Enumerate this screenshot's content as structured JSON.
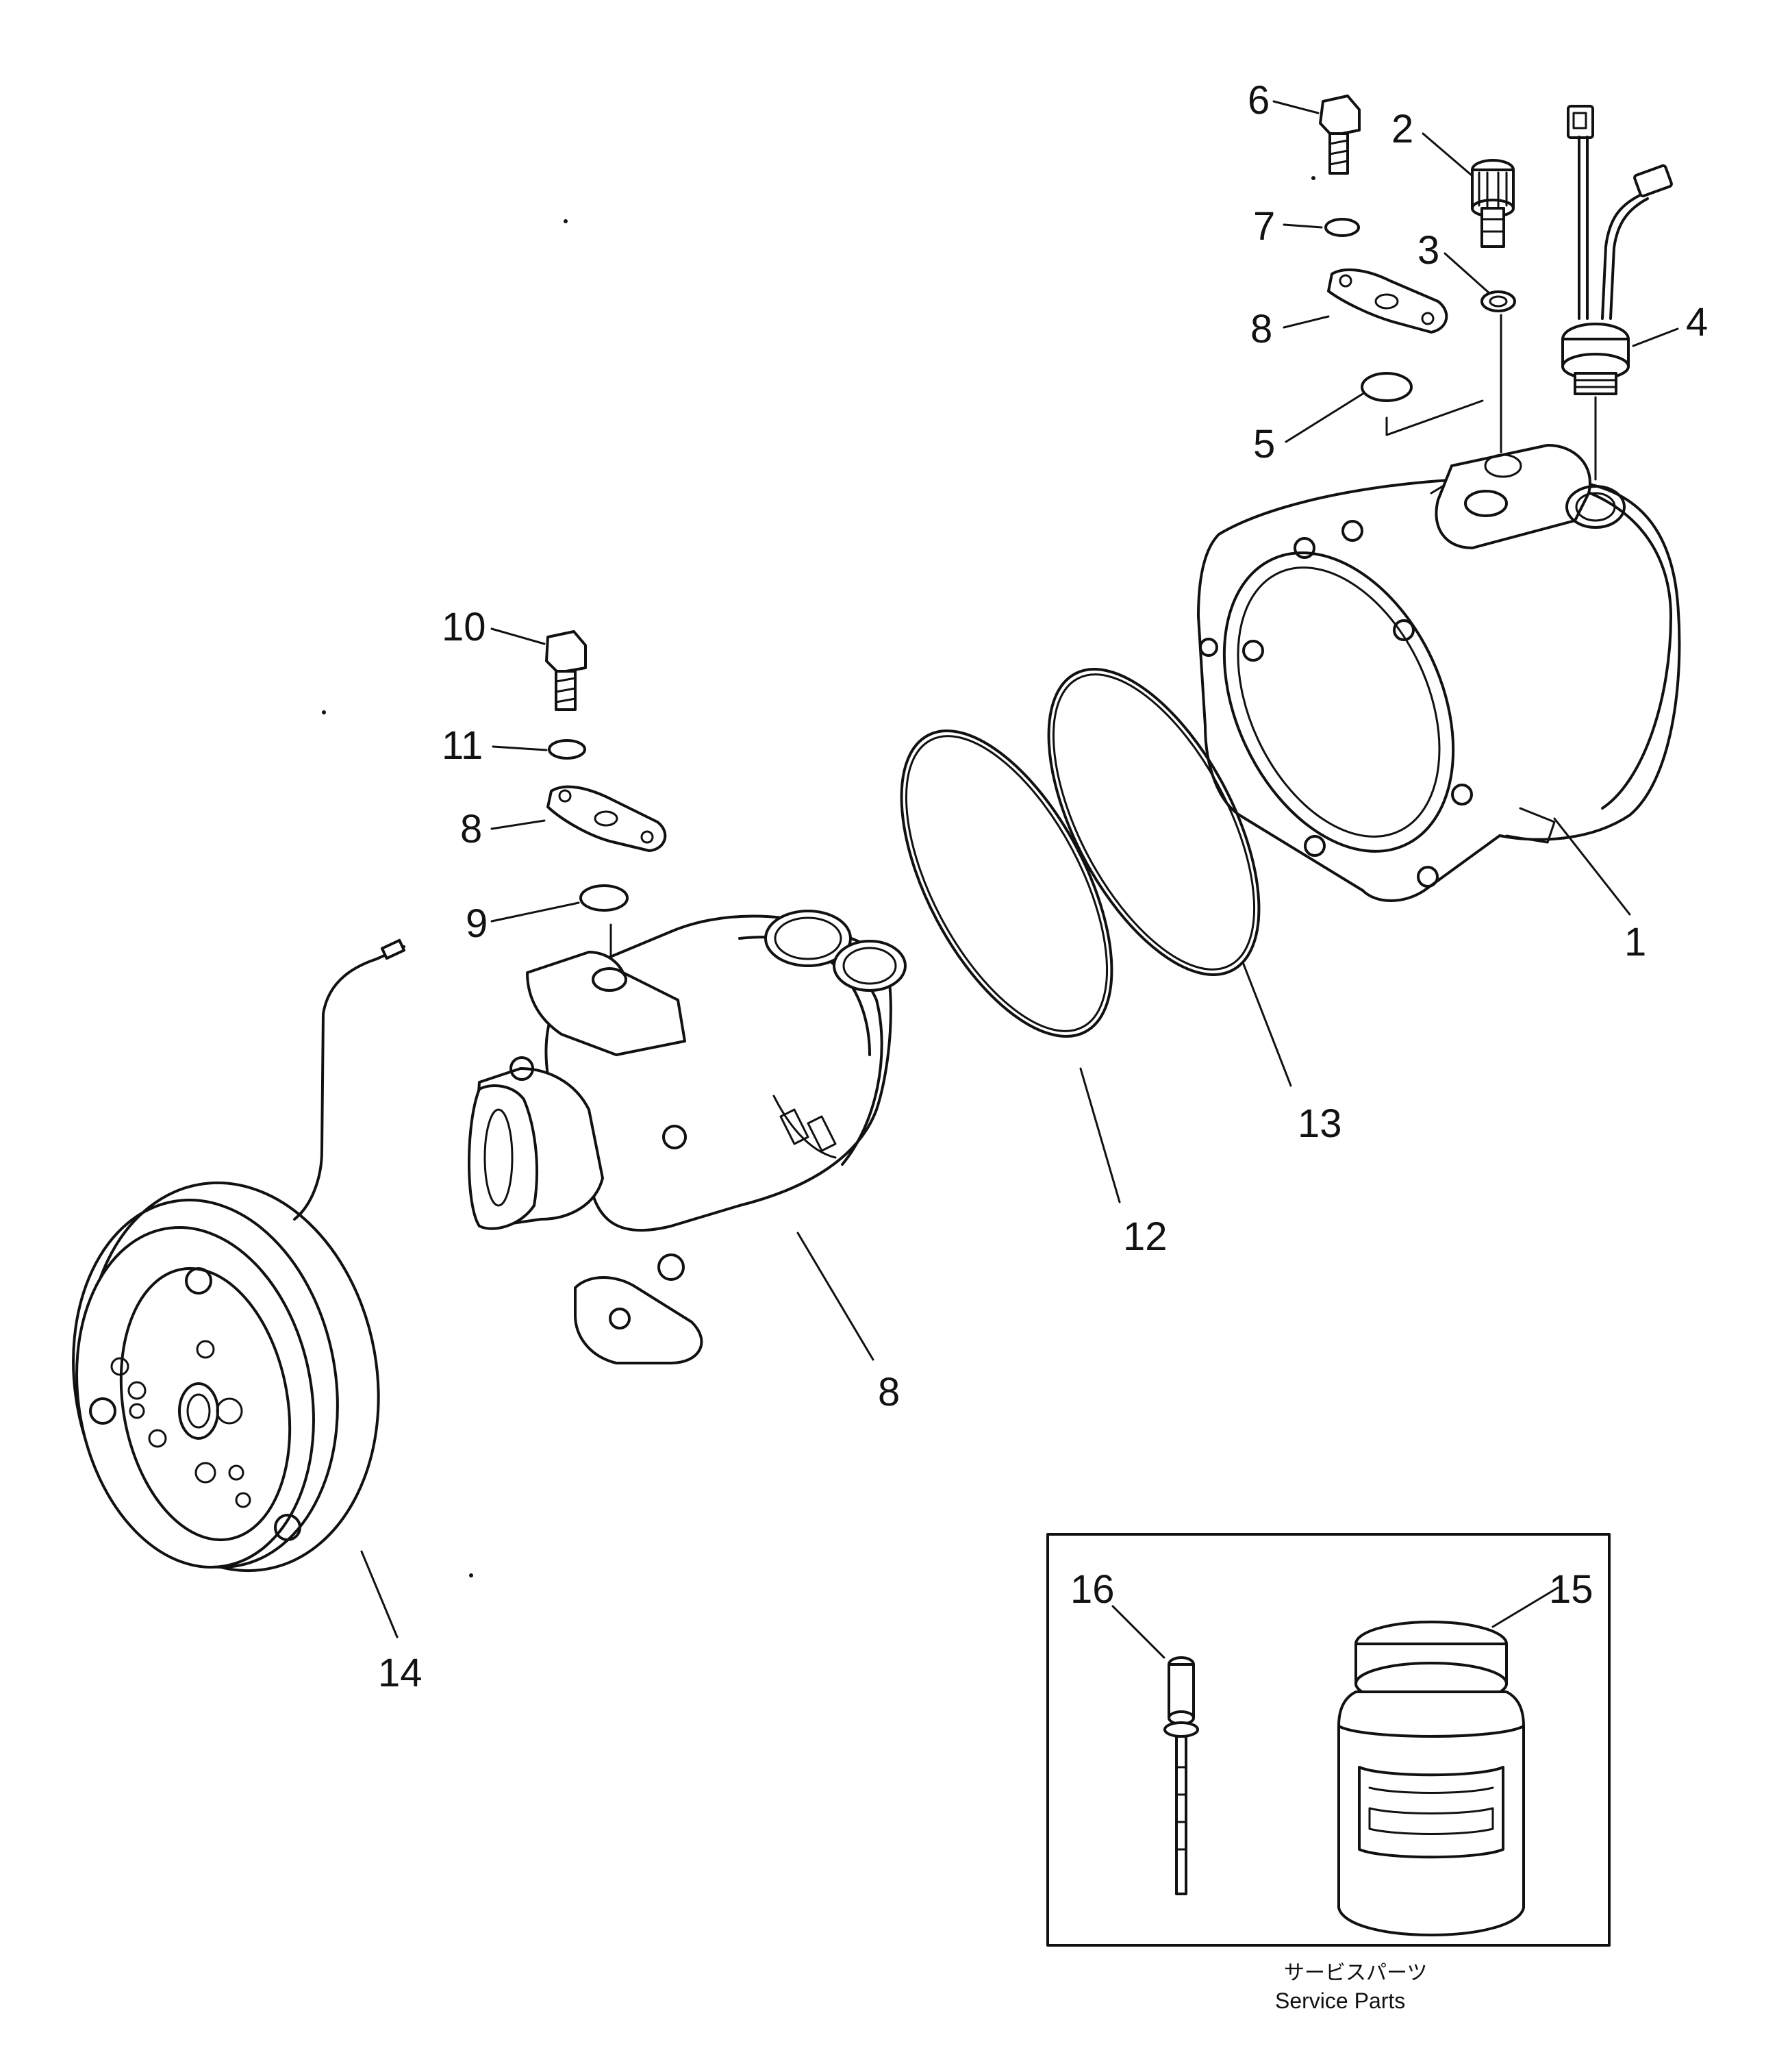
{
  "callouts": {
    "c1": "1",
    "c2": "2",
    "c3": "3",
    "c4": "4",
    "c5": "5",
    "c6": "6",
    "c7": "7",
    "c8_top": "8",
    "c8_mid": "8",
    "c8_body": "8",
    "c9": "9",
    "c10": "10",
    "c11": "11",
    "c12": "12",
    "c13": "13",
    "c14": "14",
    "c15": "15",
    "c16": "16"
  },
  "service_box": {
    "caption_jp": "サービスパーツ",
    "caption_en": "Service Parts"
  }
}
